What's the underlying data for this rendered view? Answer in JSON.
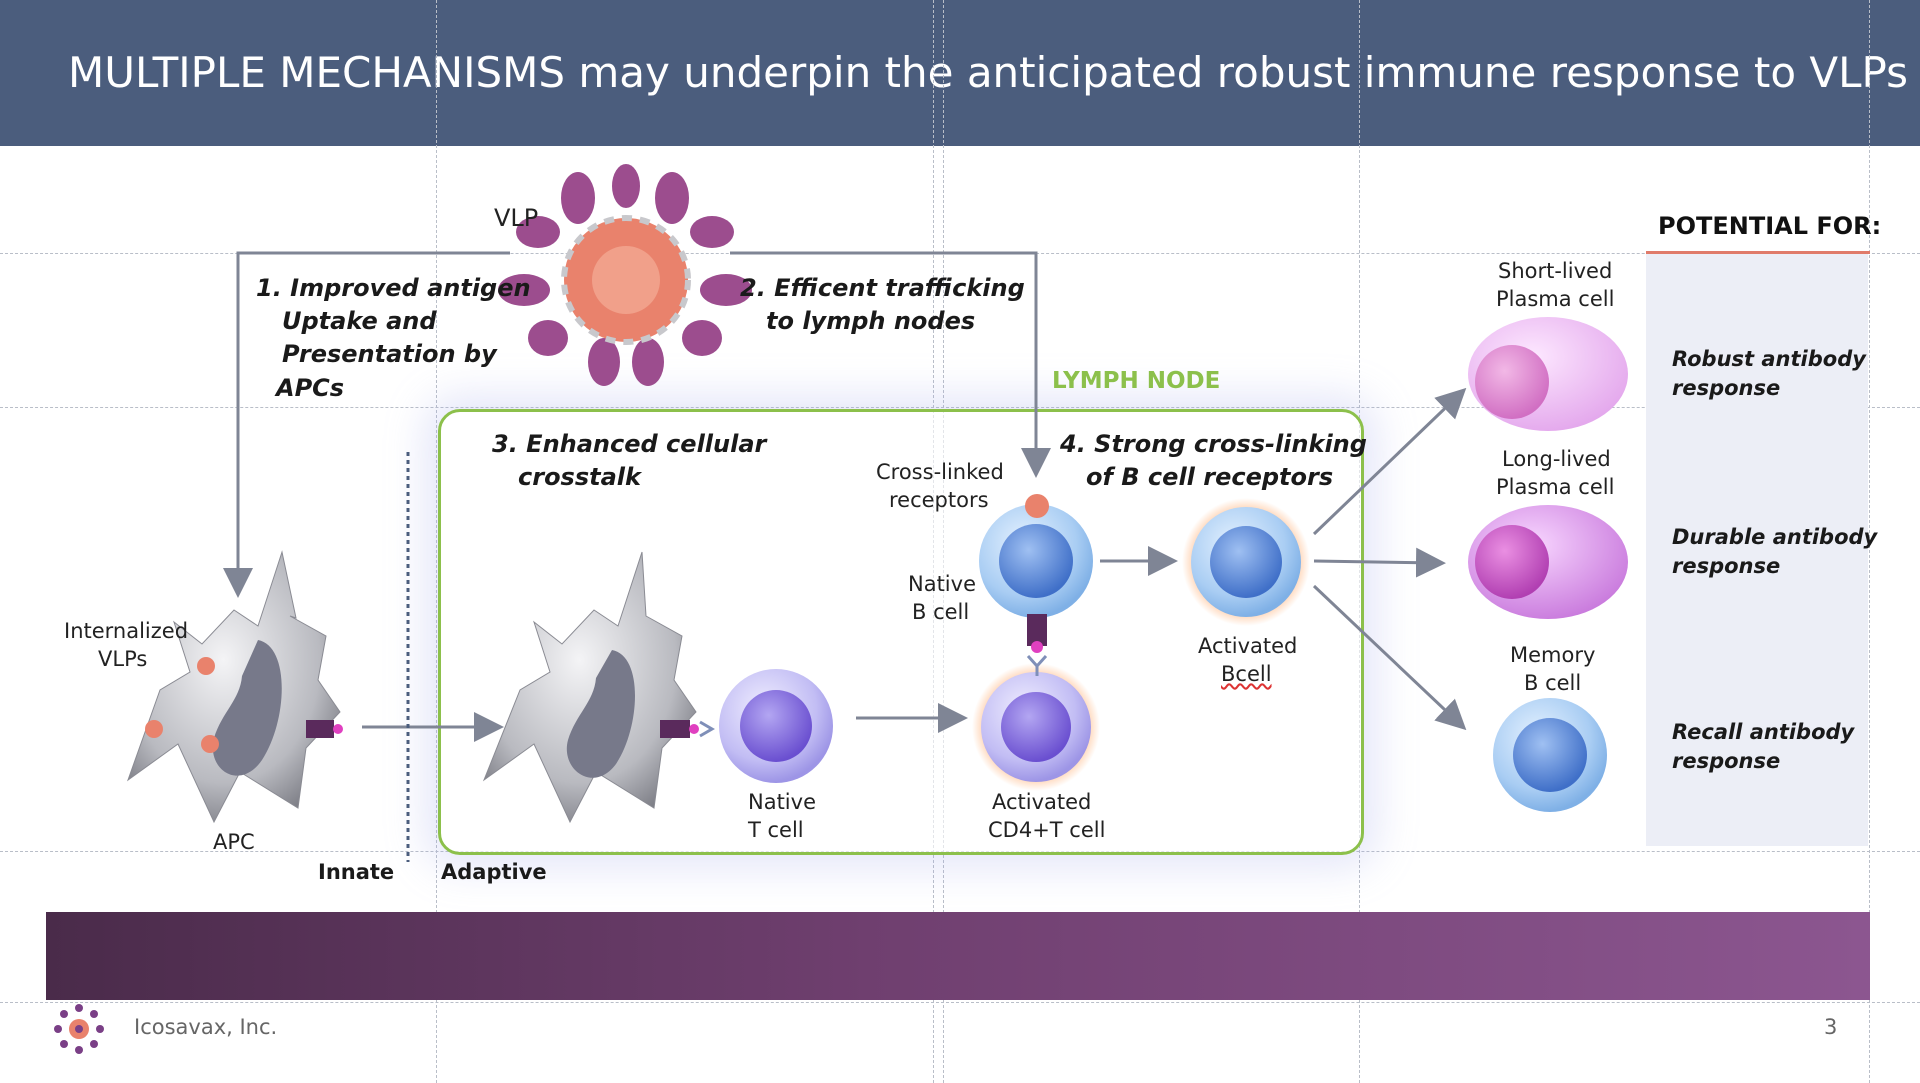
{
  "title": "MULTIPLE MECHANISMS may underpin the anticipated robust immune response to VLPs",
  "vlp_label": "VLP",
  "mechanisms": {
    "m1": [
      "1. Improved antigen",
      "Uptake and",
      "Presentation by",
      "APCs"
    ],
    "m2": [
      "2. Efficent trafficking",
      "to lymph nodes"
    ],
    "m3": [
      "3. Enhanced cellular",
      "crosstalk"
    ],
    "m4": [
      "4. Strong cross-linking",
      "of B cell receptors"
    ]
  },
  "lymph_node_label": "LYMPH NODE",
  "labels": {
    "internalized": [
      "Internalized",
      "VLPs"
    ],
    "apc": "APC",
    "innate": "Innate",
    "adaptive": "Adaptive",
    "cross_linked": [
      "Cross-linked",
      "receptors"
    ],
    "native_b": [
      "Native",
      "B cell"
    ],
    "activated_b": [
      "Activated",
      "Bcell"
    ],
    "native_t": [
      "Native",
      "T cell"
    ],
    "activated_cd4": [
      "Activated",
      "CD4+T cell"
    ],
    "short_lived": [
      "Short-lived",
      "Plasma cell"
    ],
    "long_lived": [
      "Long-lived",
      "Plasma cell"
    ],
    "memory_b": [
      "Memory",
      "B cell"
    ]
  },
  "potential": {
    "title": "POTENTIAL FOR:",
    "items": [
      [
        "Robust antibody",
        "response"
      ],
      [
        "Durable antibody",
        "response"
      ],
      [
        "Recall antibody",
        "response"
      ]
    ]
  },
  "footer": {
    "company": "Icosavax, Inc.",
    "page": "3"
  },
  "colors": {
    "header": "#4b5d7d",
    "lymph_border": "#8cc04b",
    "b_cell": "#8fb6ea",
    "t_cell": "#a79be6",
    "plasma": "#e6a8ec",
    "arrow": "#7f8595",
    "band_start": "#4a2b4a",
    "band_end": "#8c5690"
  }
}
